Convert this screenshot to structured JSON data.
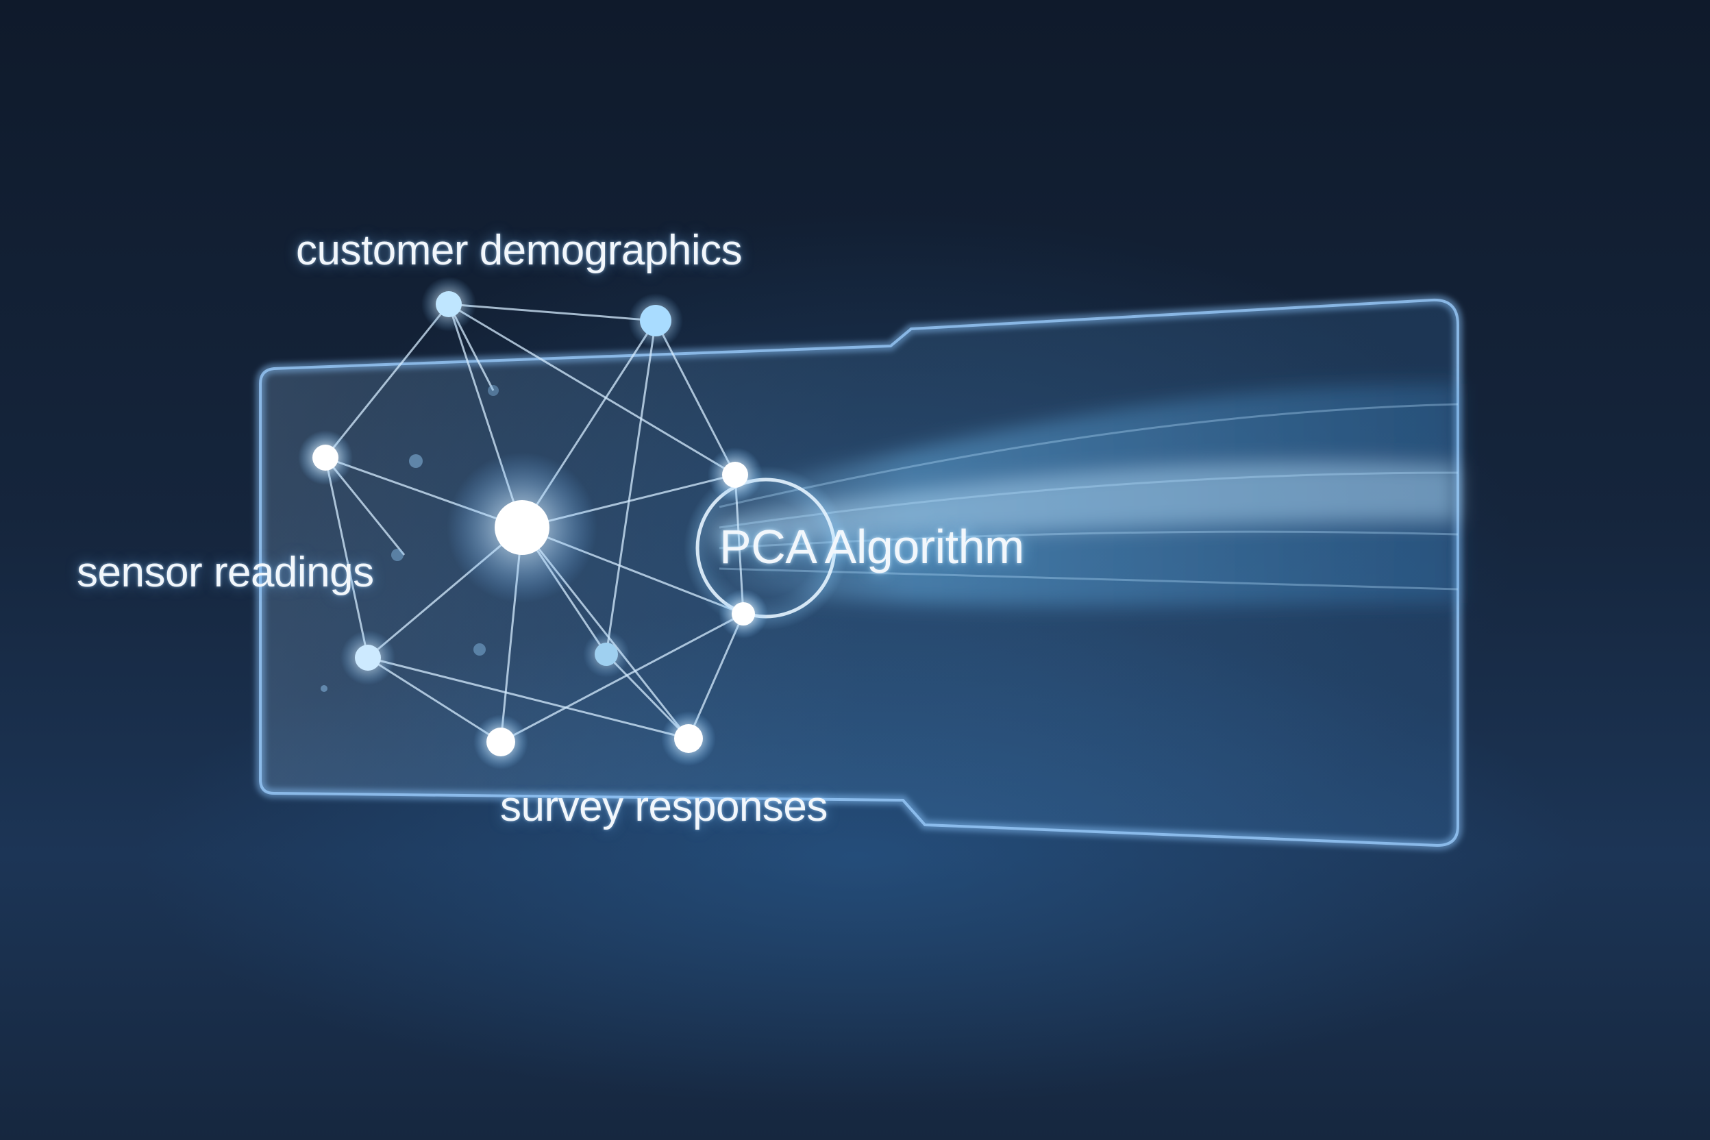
{
  "labels": {
    "top": "customer demographics",
    "left": "sensor readings",
    "bottom": "survey responses",
    "center": "PCA Algorithm"
  },
  "colors": {
    "background": "#10192a",
    "panel_edge": "#a9d4ff",
    "node_glow": "#7cc4ff",
    "stream": "#4aa3df"
  }
}
